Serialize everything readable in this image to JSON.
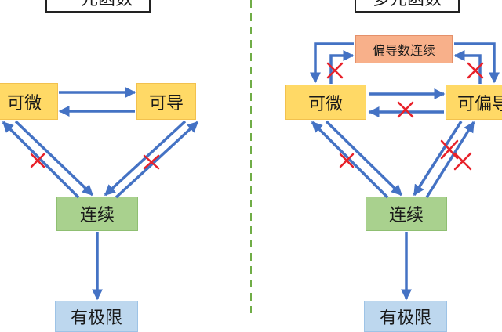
{
  "left": {
    "title": "一元函数",
    "differentiable": "可微",
    "derivable": "可导",
    "continuous": "连续",
    "limit": "有极限"
  },
  "right": {
    "title": "多元函数",
    "partial_continuous": "偏导数连续",
    "differentiable": "可微",
    "partial_derivable": "可偏导",
    "continuous": "连续",
    "limit": "有极限"
  },
  "colors": {
    "arrow": "#4472c4",
    "cross": "#e8212a",
    "divider": "#70ad47"
  }
}
